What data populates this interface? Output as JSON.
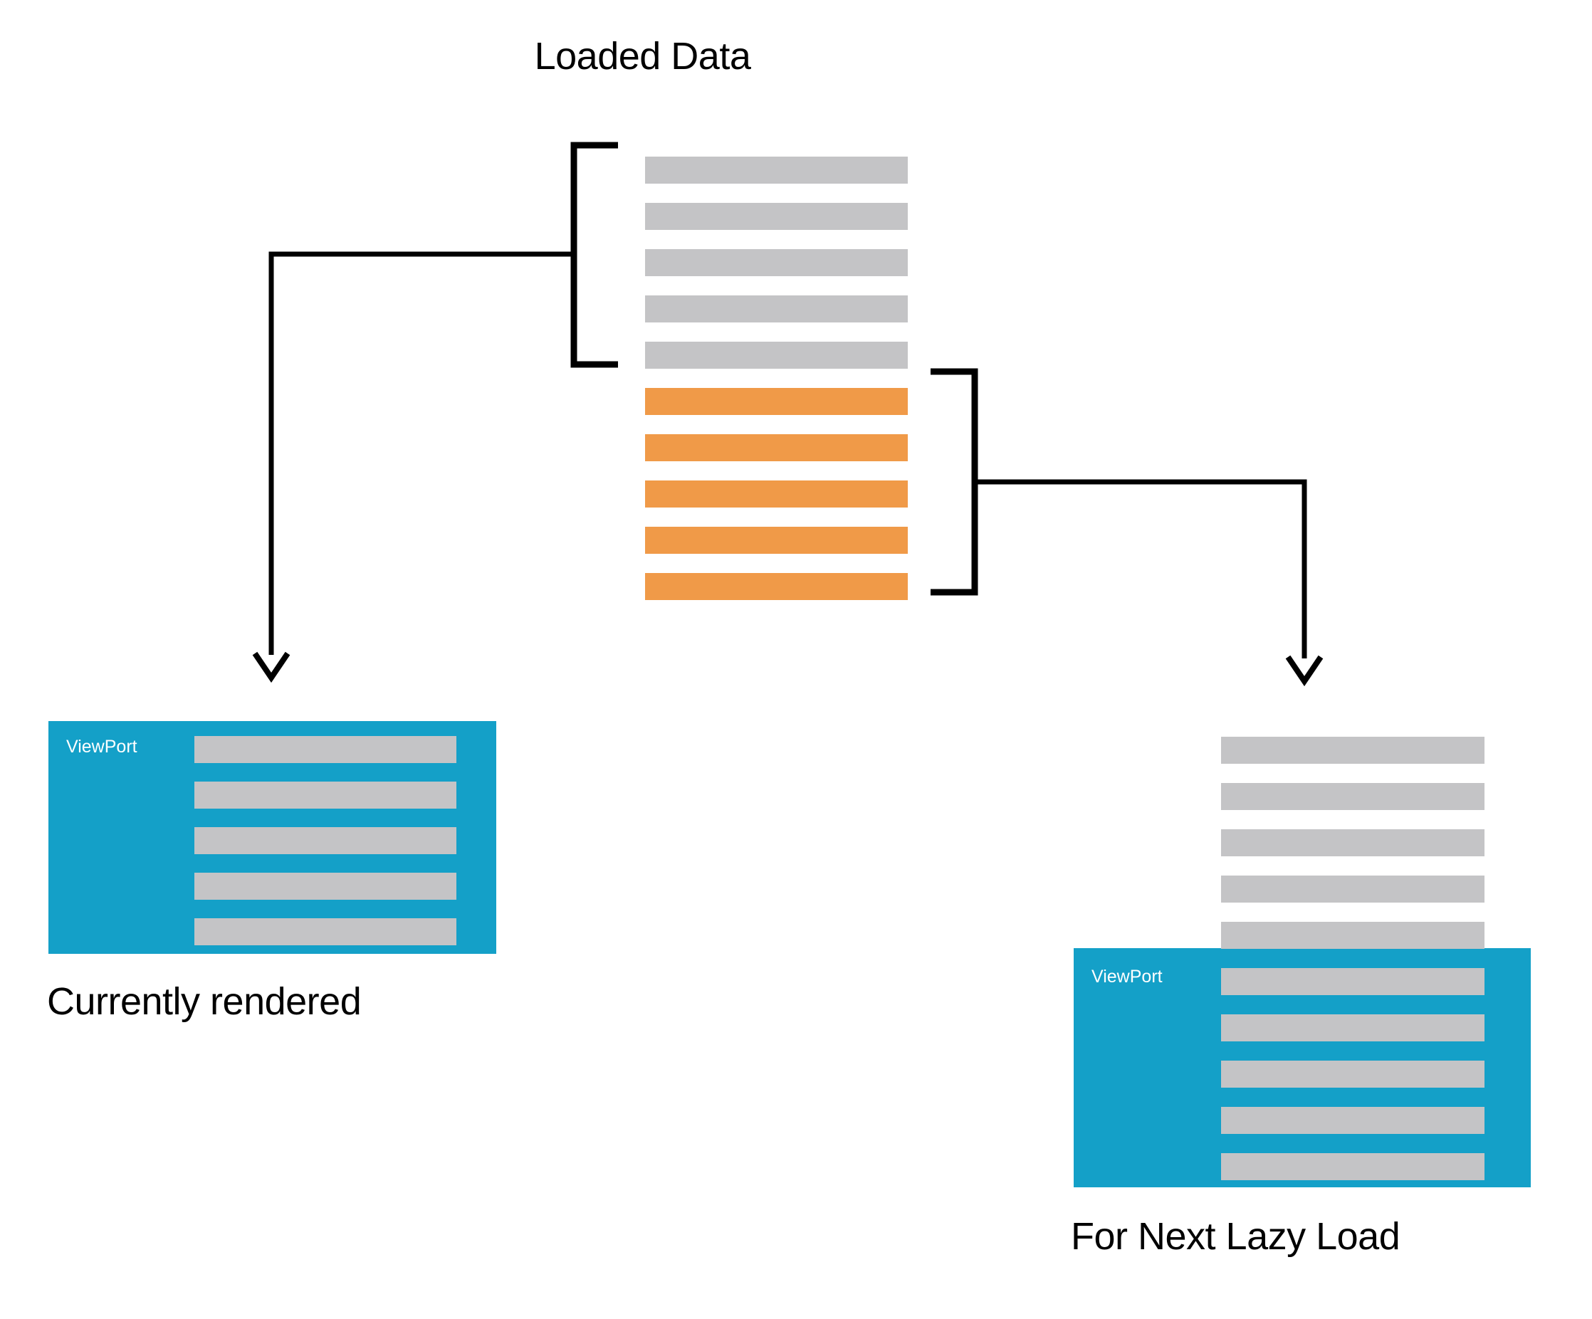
{
  "diagram": {
    "title": "Loaded Data",
    "type": "lazy-loading-viewport-diagram"
  },
  "colors": {
    "loaded_gray": "#C4C4C6",
    "pending_orange": "#F09A48",
    "viewport_blue": "#14A0C8",
    "connector_black": "#000000",
    "background": "#FFFFFF",
    "label_white": "#FFFFFF"
  },
  "loaded_data_stack": {
    "name": "Loaded Data",
    "total_rows": 10,
    "rows": [
      {
        "index": 1,
        "state": "rendered",
        "color": "#C4C4C6"
      },
      {
        "index": 2,
        "state": "rendered",
        "color": "#C4C4C6"
      },
      {
        "index": 3,
        "state": "rendered",
        "color": "#C4C4C6"
      },
      {
        "index": 4,
        "state": "rendered",
        "color": "#C4C4C6"
      },
      {
        "index": 5,
        "state": "rendered",
        "color": "#C4C4C6"
      },
      {
        "index": 6,
        "state": "pending",
        "color": "#F09A48"
      },
      {
        "index": 7,
        "state": "pending",
        "color": "#F09A48"
      },
      {
        "index": 8,
        "state": "pending",
        "color": "#F09A48"
      },
      {
        "index": 9,
        "state": "pending",
        "color": "#F09A48"
      },
      {
        "index": 10,
        "state": "pending",
        "color": "#F09A48"
      }
    ],
    "groups": [
      {
        "label": "rendered-group",
        "rows": [
          1,
          2,
          3,
          4,
          5
        ],
        "bracket_side": "left"
      },
      {
        "label": "pending-group",
        "rows": [
          6,
          7,
          8,
          9,
          10
        ],
        "bracket_side": "right"
      }
    ]
  },
  "viewport_left": {
    "label": "ViewPort",
    "caption": "Currently rendered",
    "row_count": 5,
    "rows_inside_viewport": 5,
    "rows_above_viewport": 0,
    "rows": [
      {
        "index": 1,
        "color": "#C4C4C6",
        "inside": true
      },
      {
        "index": 2,
        "color": "#C4C4C6",
        "inside": true
      },
      {
        "index": 3,
        "color": "#C4C4C6",
        "inside": true
      },
      {
        "index": 4,
        "color": "#C4C4C6",
        "inside": true
      },
      {
        "index": 5,
        "color": "#C4C4C6",
        "inside": true
      }
    ]
  },
  "viewport_right": {
    "label": "ViewPort",
    "caption": "For Next Lazy Load",
    "row_count": 10,
    "rows_inside_viewport": 5,
    "rows_above_viewport": 5,
    "rows": [
      {
        "index": 1,
        "color": "#C4C4C6",
        "inside": false
      },
      {
        "index": 2,
        "color": "#C4C4C6",
        "inside": false
      },
      {
        "index": 3,
        "color": "#C4C4C6",
        "inside": false
      },
      {
        "index": 4,
        "color": "#C4C4C6",
        "inside": false
      },
      {
        "index": 5,
        "color": "#C4C4C6",
        "inside": false
      },
      {
        "index": 6,
        "color": "#C4C4C6",
        "inside": true
      },
      {
        "index": 7,
        "color": "#C4C4C6",
        "inside": true
      },
      {
        "index": 8,
        "color": "#C4C4C6",
        "inside": true
      },
      {
        "index": 9,
        "color": "#C4C4C6",
        "inside": true
      },
      {
        "index": 10,
        "color": "#C4C4C6",
        "inside": true
      }
    ]
  },
  "connectors": [
    {
      "name": "rendered-connector",
      "from": "loaded-data rows 1-5 bracket",
      "to": "viewport-left",
      "has_arrowhead": true,
      "direction": "down"
    },
    {
      "name": "pending-connector",
      "from": "loaded-data rows 6-10 bracket",
      "to": "viewport-right",
      "has_arrowhead": true,
      "direction": "down"
    }
  ]
}
